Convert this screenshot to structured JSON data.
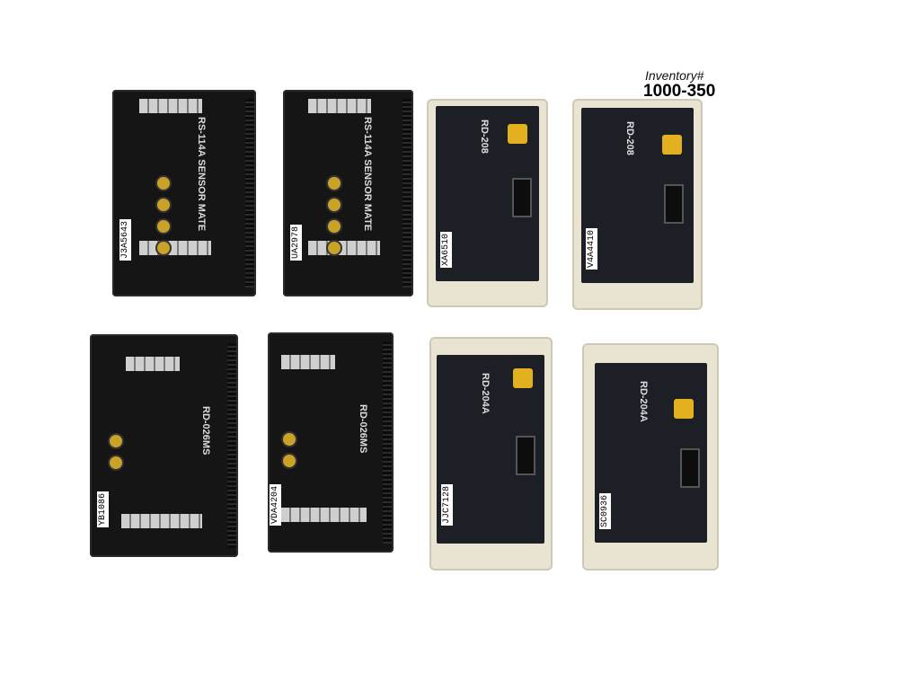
{
  "inventory": {
    "label": "Inventory#",
    "number": "1000-350"
  },
  "modules": [
    {
      "serial": "J3A5643",
      "model": "RS-114A SENSOR MATE"
    },
    {
      "serial": "UA2978",
      "model": "RS-114A SENSOR MATE"
    },
    {
      "serial": "XA6510",
      "model": "RD-208"
    },
    {
      "serial": "V4A4410",
      "model": "RD-208"
    },
    {
      "serial": "YB1086",
      "model": "RD-026MS"
    },
    {
      "serial": "VDA4204",
      "model": "RD-026MS"
    },
    {
      "serial": "JJC7128",
      "model": "RD-204A"
    },
    {
      "serial": "SC0936",
      "model": "RD-204A"
    }
  ]
}
